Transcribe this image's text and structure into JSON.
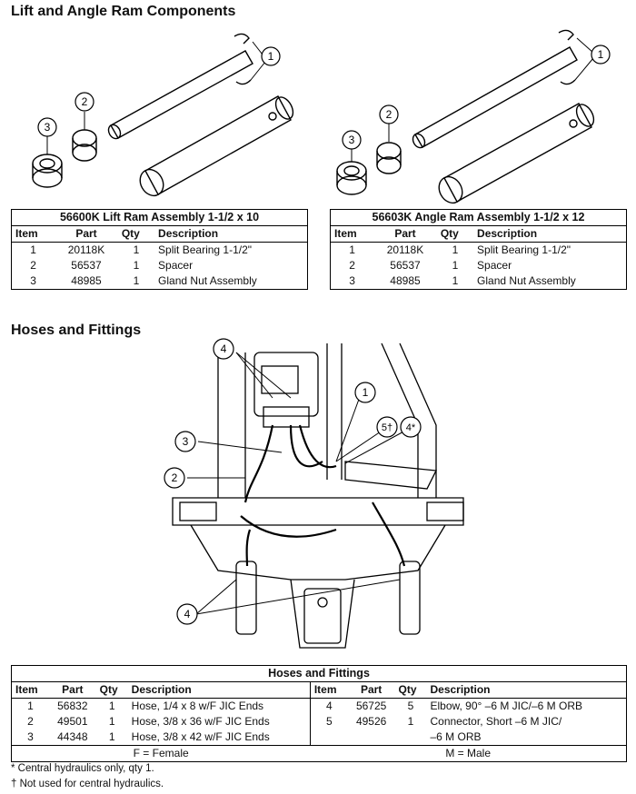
{
  "section1": {
    "title": "Lift and Angle Ram Components",
    "callouts": [
      "1",
      "2",
      "3"
    ],
    "lift_table": {
      "caption": "56600K  Lift Ram Assembly 1-1/2 x 10",
      "headers": [
        "Item",
        "Part",
        "Qty",
        "Description"
      ],
      "rows": [
        [
          "1",
          "20118K",
          "1",
          "Split Bearing 1-1/2\""
        ],
        [
          "2",
          "56537",
          "1",
          "Spacer"
        ],
        [
          "3",
          "48985",
          "1",
          "Gland Nut Assembly"
        ]
      ]
    },
    "angle_table": {
      "caption": "56603K  Angle Ram Assembly 1-1/2 x 12",
      "headers": [
        "Item",
        "Part",
        "Qty",
        "Description"
      ],
      "rows": [
        [
          "1",
          "20118K",
          "1",
          "Split Bearing 1-1/2\""
        ],
        [
          "2",
          "56537",
          "1",
          "Spacer"
        ],
        [
          "3",
          "48985",
          "1",
          "Gland Nut Assembly"
        ]
      ]
    }
  },
  "section2": {
    "title": "Hoses and Fittings",
    "callouts": [
      "1",
      "2",
      "3",
      "4",
      "5†",
      "4*",
      "4"
    ],
    "table": {
      "caption": "Hoses and Fittings",
      "headers": [
        "Item",
        "Part",
        "Qty",
        "Description"
      ],
      "left_rows": [
        [
          "1",
          "56832",
          "1",
          "Hose, 1/4 x 8 w/F JIC Ends"
        ],
        [
          "2",
          "49501",
          "1",
          "Hose, 3/8 x 36 w/F JIC Ends"
        ],
        [
          "3",
          "44348",
          "1",
          "Hose, 3/8 x 42 w/F JIC Ends"
        ]
      ],
      "right_rows": [
        [
          "4",
          "56725",
          "5",
          "Elbow, 90° –6 M JIC/–6 M ORB"
        ],
        [
          "5",
          "49526",
          "1",
          "Connector, Short –6 M JIC/"
        ],
        [
          "",
          "",
          "",
          "–6 M ORB"
        ]
      ],
      "legend_left": "F = Female",
      "legend_right": "M = Male"
    },
    "notes": [
      "* Central hydraulics only, qty 1.",
      "† Not used for central hydraulics."
    ]
  }
}
